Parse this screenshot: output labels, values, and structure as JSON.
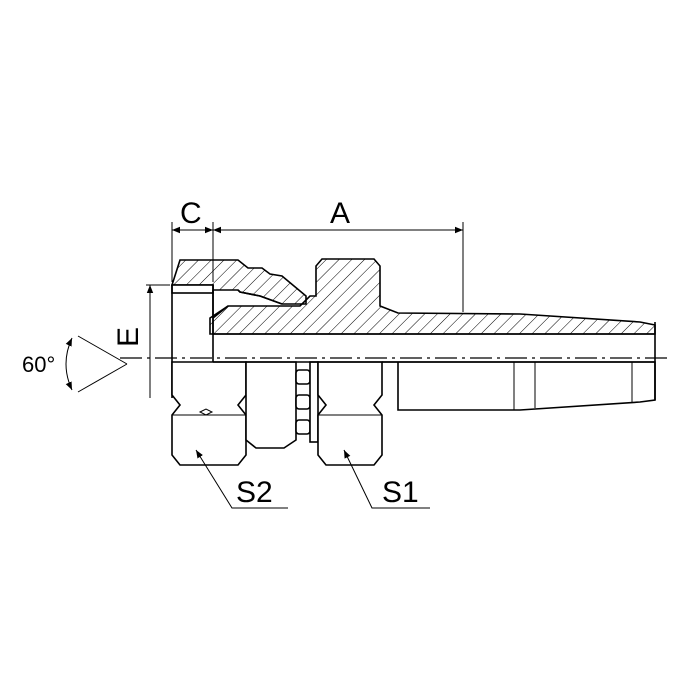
{
  "labels": {
    "dim_c": "C",
    "dim_a": "A",
    "dim_e": "E",
    "angle": "60°",
    "nut_s2": "S2",
    "nut_s1": "S1"
  }
}
